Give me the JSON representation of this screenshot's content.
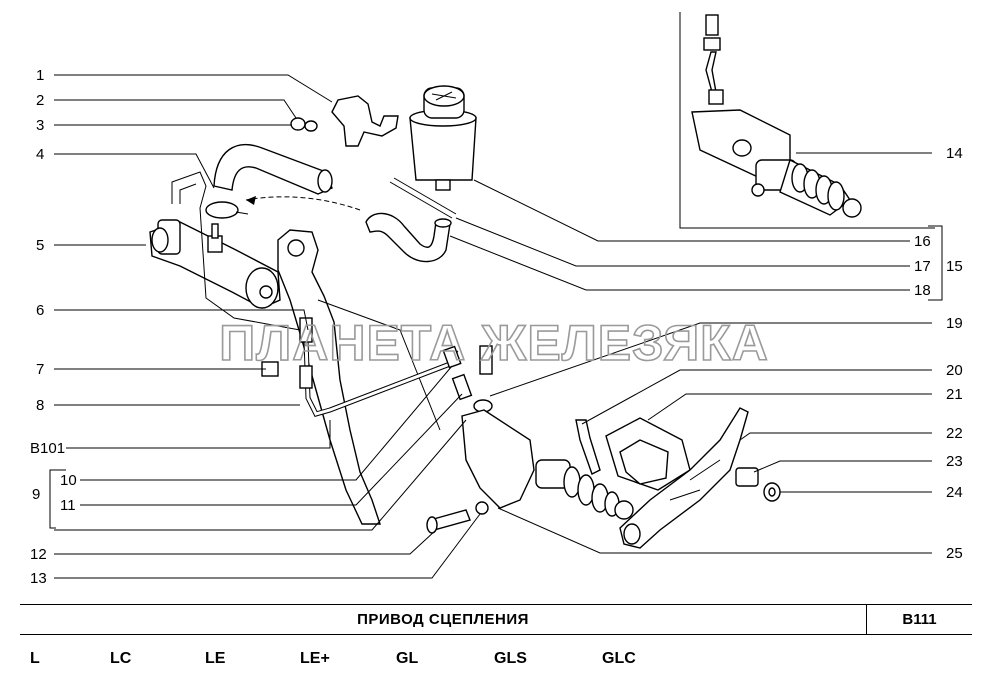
{
  "watermark": "ПЛАНЕТА ЖЕЛЕЗЯКА",
  "labels": {
    "left": [
      "1",
      "2",
      "3",
      "4",
      "5",
      "6",
      "7",
      "8",
      "B101",
      "10",
      "11",
      "12",
      "13",
      "9"
    ],
    "right": [
      "14",
      "16",
      "17",
      "18",
      "15",
      "19",
      "20",
      "21",
      "22",
      "23",
      "24",
      "25"
    ]
  },
  "footer": {
    "title": "ПРИВОД  СЦЕПЛЕНИЯ",
    "code": "B111",
    "variants": [
      "L",
      "LC",
      "LE",
      "LE+",
      "GL",
      "GLS",
      "GLC"
    ]
  }
}
